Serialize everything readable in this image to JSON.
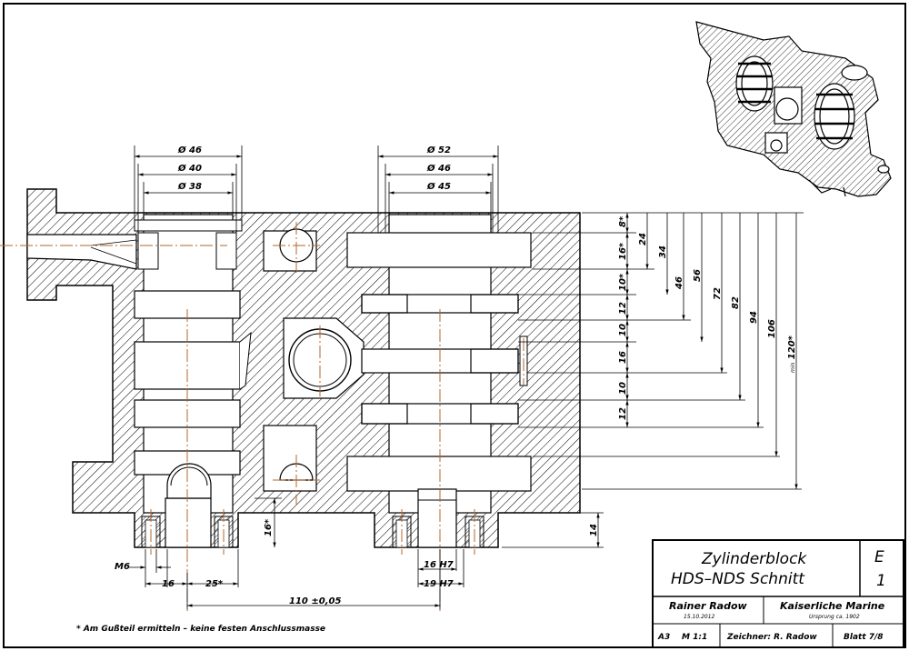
{
  "drawing": {
    "dims_top_left": [
      "Ø 46",
      "Ø 40",
      "Ø 38"
    ],
    "dims_top_right": [
      "Ø 52",
      "Ø 46",
      "Ø 45"
    ],
    "dims_right_small": [
      "8*",
      "16*",
      "10*",
      "12",
      "10",
      "16",
      "10",
      "12"
    ],
    "dims_right_large": [
      "24",
      "34",
      "46",
      "56",
      "72",
      "82",
      "94",
      "106",
      "120*"
    ],
    "dim_min_prefix": "min",
    "dims_bottom": {
      "m6": "M6",
      "d16": "16",
      "d25": "25*",
      "d110": "110 ±0,05",
      "d16h7": "16 H7",
      "d19h7": "19 H7",
      "d16v": "16*",
      "d14": "14"
    },
    "footnote": "* Am Gußteil ermitteln – keine festen Anschlussmasse"
  },
  "title_block": {
    "title_line1": "Zylinderblock",
    "title_line2": "HDS–NDS Schnitt",
    "code_letter": "E",
    "code_number": "1",
    "author": "Rainer Radow",
    "date": "15.10.2012",
    "org": "Kaiserliche Marine",
    "origin": "Ursprung ca. 1902",
    "format": "A3",
    "scale": "M 1:1",
    "drawn_by": "Zeichner: R. Radow",
    "sheet": "Blatt 7/8"
  },
  "colors": {
    "line": "#000000",
    "centerline": "#b5652a",
    "background": "#ffffff"
  }
}
